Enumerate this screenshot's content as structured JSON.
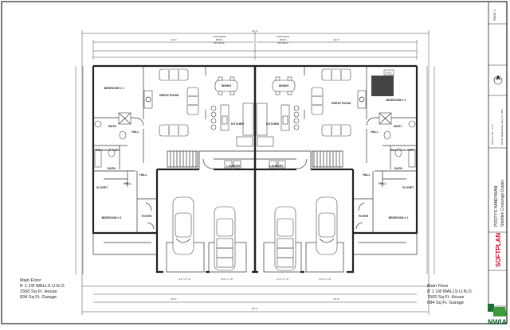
{
  "drawing": {
    "overall_width": "84'-0\"",
    "unit_width": "42'-0\"",
    "patio_label": [
      "CONCRETE",
      "PATIO",
      "OR DECK"
    ],
    "garage_door": "9'-0\" x 7'-0\"",
    "rooms": {
      "bedroom1": "BEDROOM # 1",
      "great_room": "GREAT ROOM",
      "dining": "DINING",
      "kitchen": "KITCHEN",
      "bath": "BATH",
      "hall": "HALL",
      "walk_in_closet": "WALK IN CLOSET",
      "laundry": "LAUNDRY",
      "bedroom2": "BEDROOM # 2",
      "foyer": "FOYER",
      "closet": "CLOSET",
      "king": "KING"
    }
  },
  "notes_left": [
    "Main Floor",
    "8' 1 1/8 WALLS U.N.O.",
    "1500 Sq Ft. House",
    "834 Sq Ft. Garage"
  ],
  "notes_right": [
    "Main Floor",
    "8' 1 1/8 WALLS U.N.O.",
    "1500 Sq Ft. House",
    "684 Sq Ft. Garage"
  ],
  "title_block": {
    "page": "PAGE 1",
    "scale": "SCALE: 1/8\" = 1'-0\"",
    "date": "DATE: Wednesday, May 17, 2023",
    "client": "POSTY'S HANDYMAN",
    "project": "Sheldon Crossings Duplex",
    "software_logo": "SOFTPLAN",
    "mls_logo": "NWIA"
  }
}
